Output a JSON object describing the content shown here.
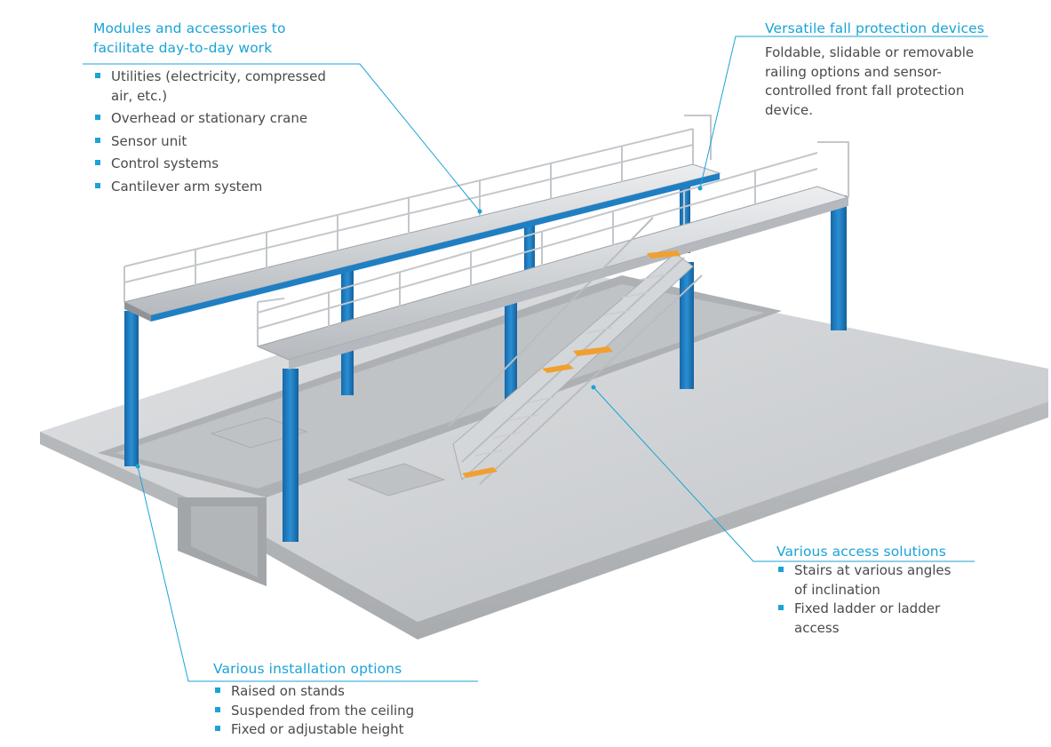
{
  "callouts": {
    "modules": {
      "title_line1": "Modules and accessories to",
      "title_line2": "facilitate day-to-day work",
      "items": [
        "Utilities (electricity, compressed",
        "air, etc.)",
        "Overhead or stationary crane",
        "Sensor unit",
        "Control systems",
        "Cantilever arm system"
      ]
    },
    "fall_protection": {
      "title": "Versatile fall protection devices",
      "body_lines": [
        "Foldable, slidable or removable",
        "railing options and sensor-",
        "controlled front fall protection",
        "device."
      ]
    },
    "access": {
      "title": "Various access solutions",
      "items": [
        "Stairs at various angles",
        "of inclination",
        "Fixed ladder or ladder",
        "access"
      ]
    },
    "installation": {
      "title": "Various installation options",
      "items": [
        "Raised on stands",
        "Suspended from the ceiling",
        "Fixed or adjustable height"
      ]
    }
  },
  "colors": {
    "accent": "#1aa3d6",
    "text": "#4a4a4a",
    "column_blue": "#1f7fc4",
    "platform_gray": "#c9ccd0",
    "floor_gray": "#cfd1d3",
    "step_orange": "#f0a030"
  }
}
